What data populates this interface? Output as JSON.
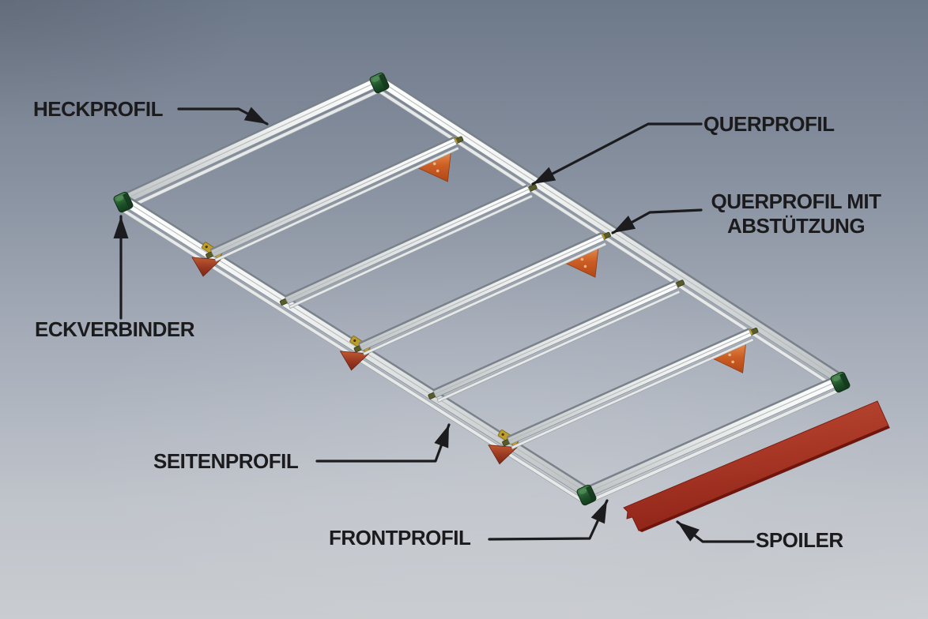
{
  "diagram": {
    "kind": "labeled-3d-assembly-diagram",
    "subject": "roof rack frame with labeled components",
    "labels": {
      "heckprofil": "HECKPROFIL",
      "querprofil": "QUERPROFIL",
      "querprofil_mit_line1": "QUERPROFIL MIT",
      "querprofil_mit_line2": "ABSTÜTZUNG",
      "eckverbinder": "ECKVERBINDER",
      "seitenprofil": "SEITENPROFIL",
      "frontprofil": "FRONTPROFIL",
      "spoiler": "SPOILER"
    },
    "colors": {
      "background_top": "#6d7889",
      "background_bottom": "#c9ccd0",
      "label_text": "#1b1b1d",
      "leader_line": "#1c1c1e",
      "rail_aluminum": "#f2f3f2",
      "corner_connector_green": "#1d5129",
      "support_bracket_orange": "#cd5f25",
      "side_bracket_red_brown": "#9a3a22",
      "connector_plate_gold": "#bd9d2d",
      "junction_plate_olive": "#585b2a",
      "spoiler_red": "#a63524"
    }
  }
}
